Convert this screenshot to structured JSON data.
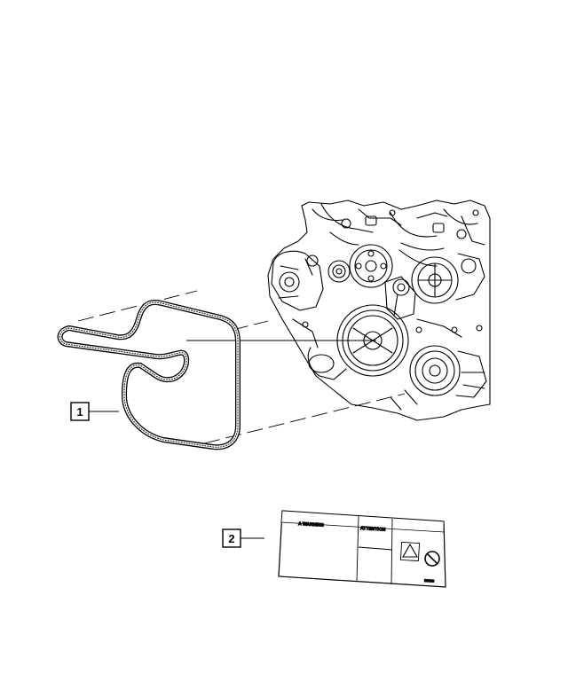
{
  "callouts": [
    {
      "number": "1",
      "part": "belt"
    },
    {
      "number": "2",
      "part": "warning-label"
    }
  ],
  "label": {
    "header_left": "A WARNING",
    "header_right": "ATTENTION",
    "code": "00000"
  },
  "colors": {
    "line": "#000000",
    "background": "#ffffff"
  }
}
